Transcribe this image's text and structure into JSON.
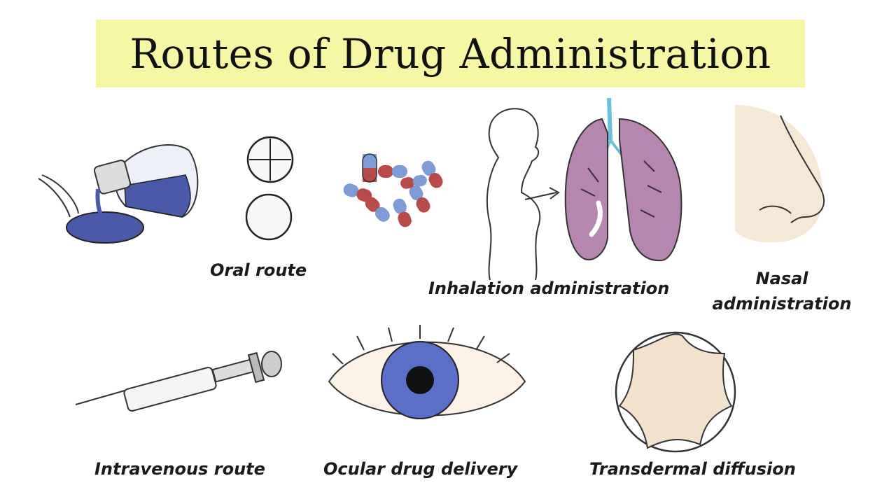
{
  "title": "Routes of Drug Administration",
  "labels": {
    "oral": "Oral route",
    "inhalation": "Inhalation administration",
    "nasal_line1": "Nasal",
    "nasal_line2": "administration",
    "intravenous": "Intravenous route",
    "ocular": "Ocular drug delivery",
    "transdermal": "Transdermal diffusion"
  },
  "colors": {
    "title_banner": "#f6f7a4",
    "liquid": "#4a5aa8",
    "capsule_red": "#b84a4a",
    "capsule_blue": "#7f9bd6",
    "lung": "#b786b0",
    "skin": "#f2e2cd",
    "iris": "#5b6fc7"
  },
  "icons": [
    "medicine-bottle-icon",
    "spoon-icon",
    "tablet-icon",
    "capsule-icon",
    "human-silhouette-icon",
    "lungs-icon",
    "nose-icon",
    "syringe-icon",
    "eye-icon",
    "skin-patch-icon"
  ]
}
